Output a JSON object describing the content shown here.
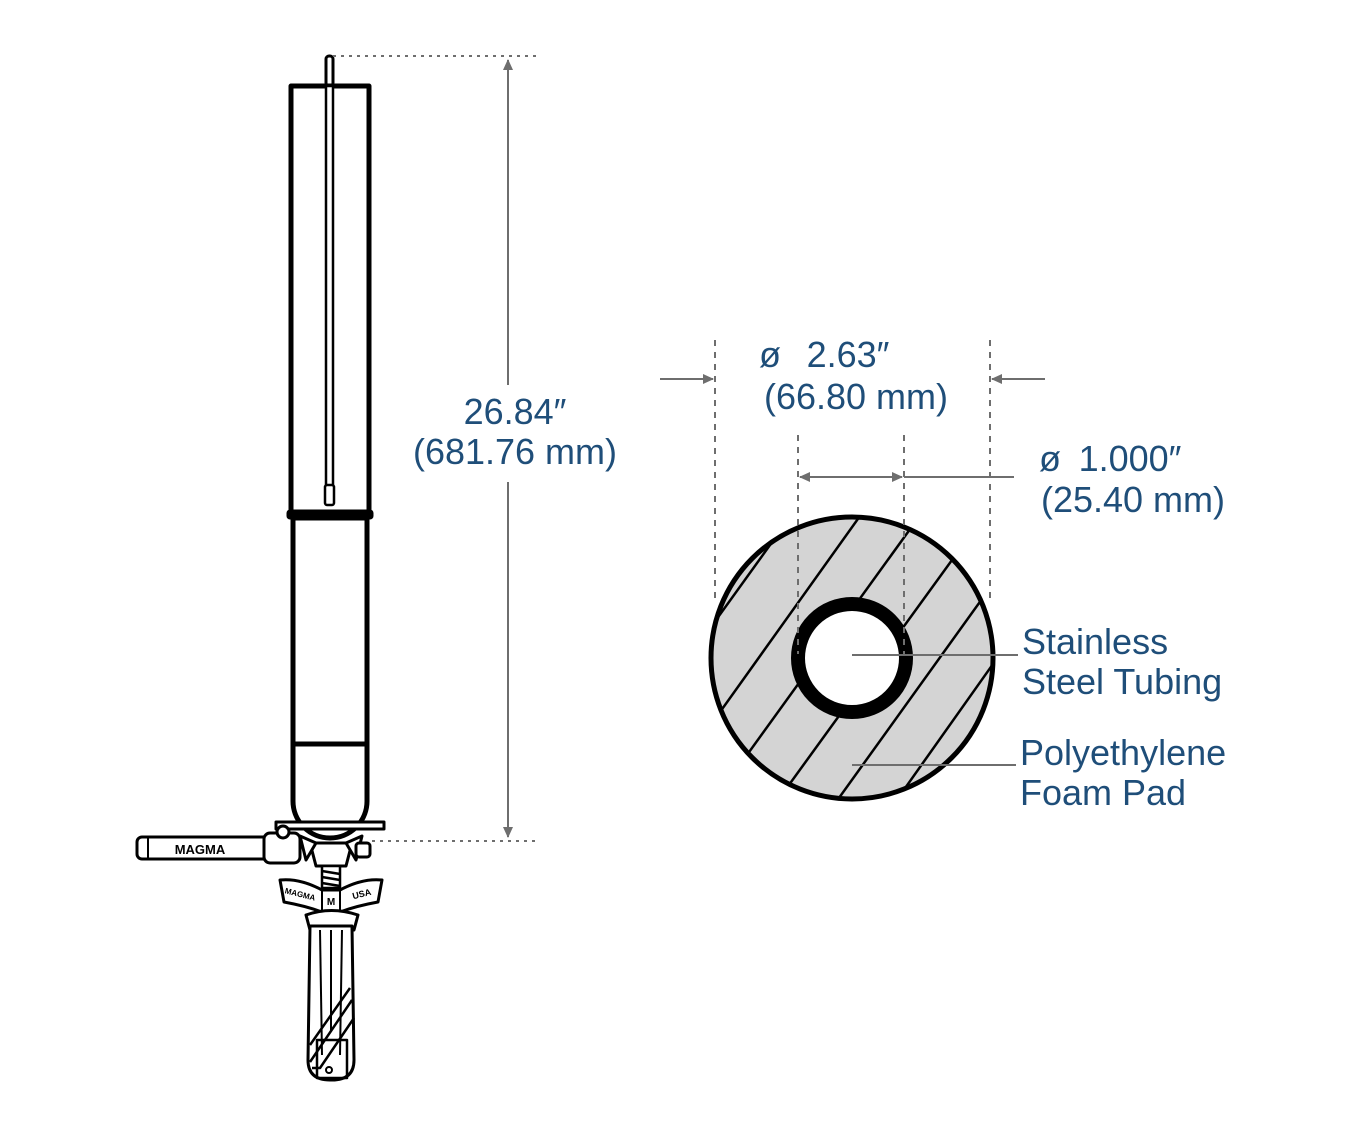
{
  "height_dimension": {
    "inches": "26.84″",
    "mm": "(681.76 mm)"
  },
  "outer_diameter": {
    "symbol": "ø",
    "inches": "2.63″",
    "mm": "(66.80 mm)"
  },
  "inner_diameter": {
    "symbol": "ø",
    "inches": "1.000″",
    "mm": "(25.40 mm)"
  },
  "callouts": {
    "tubing_line1": "Stainless",
    "tubing_line2": "Steel Tubing",
    "foam_line1": "Polyethylene",
    "foam_line2": "Foam Pad"
  },
  "brand": {
    "handle_logo": "MAGMA",
    "knob_left": "MAGMA",
    "knob_center": "M",
    "knob_right": "USA"
  },
  "colors": {
    "dimension_text": "#1f4e79",
    "outline": "#000000",
    "dimension_line": "#6e6e6e",
    "foam_fill": "#d4d4d4"
  }
}
